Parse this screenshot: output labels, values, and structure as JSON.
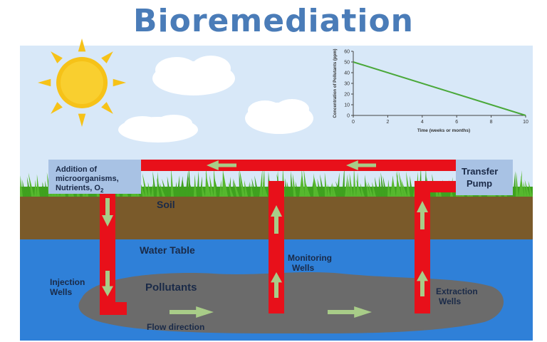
{
  "title": "Bioremediation",
  "labels": {
    "addition": [
      "Addition of",
      "microorganisms,",
      "Nutrients, O"
    ],
    "addition_subscript": "2",
    "transfer_pump": [
      "Transfer",
      "Pump"
    ],
    "soil": "Soil",
    "water_table": "Water Table",
    "monitoring_wells": [
      "Monitoring",
      "Wells"
    ],
    "injection_wells": [
      "Injection",
      "Wells"
    ],
    "pollutants": "Pollutants",
    "extraction_wells": [
      "Extraction",
      "Wells"
    ],
    "flow_direction": "Flow direction"
  },
  "colors": {
    "sky": "#d8e8f8",
    "soil": "#7a5a2a",
    "water": "#2f80d8",
    "pollutant": "#6b6b6b",
    "pipe": "#e8101a",
    "arrow": "#a8cc88",
    "grass": "#3fa11f",
    "box": "#a8c2e4",
    "sun": "#f6c218",
    "chart_line": "#4aa83a"
  },
  "chart_data": {
    "type": "line",
    "xlabel": "Time (weeks or months)",
    "ylabel": "Concentration of Pollutants (ppm)",
    "xlim": [
      0,
      10
    ],
    "ylim": [
      0,
      60
    ],
    "x_ticks": [
      "0",
      "2",
      "4",
      "6",
      "8",
      "10"
    ],
    "y_ticks": [
      "0",
      "10",
      "20",
      "30",
      "40",
      "50",
      "60"
    ],
    "series": [
      {
        "x": [
          0,
          10
        ],
        "y": [
          50,
          0
        ]
      }
    ]
  }
}
